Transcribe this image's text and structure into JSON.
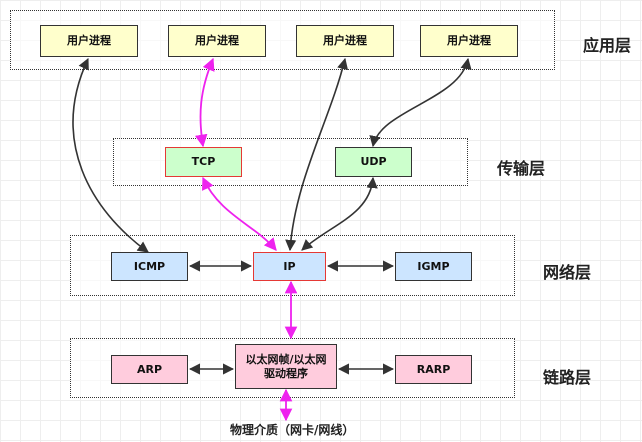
{
  "colors": {
    "app_box": "#ffffcc",
    "transport_box": "#ccffcc",
    "network_box": "#cce5ff",
    "link_box": "#ffccdd",
    "highlight_border": "#e53935",
    "magenta_arrow": "#ee22ee",
    "dark_arrow": "#333333"
  },
  "layers": {
    "application": "应用层",
    "transport": "传输层",
    "network": "网络层",
    "link": "链路层"
  },
  "nodes": {
    "user_process_1": "用户进程",
    "user_process_2": "用户进程",
    "user_process_3": "用户进程",
    "user_process_4": "用户进程",
    "tcp": "TCP",
    "udp": "UDP",
    "icmp": "ICMP",
    "ip": "IP",
    "igmp": "IGMP",
    "arp": "ARP",
    "ethernet_driver": "以太网帧/以太网\n驱动程序",
    "rarp": "RARP"
  },
  "physical_medium": "物理介质（网卡/网线）"
}
